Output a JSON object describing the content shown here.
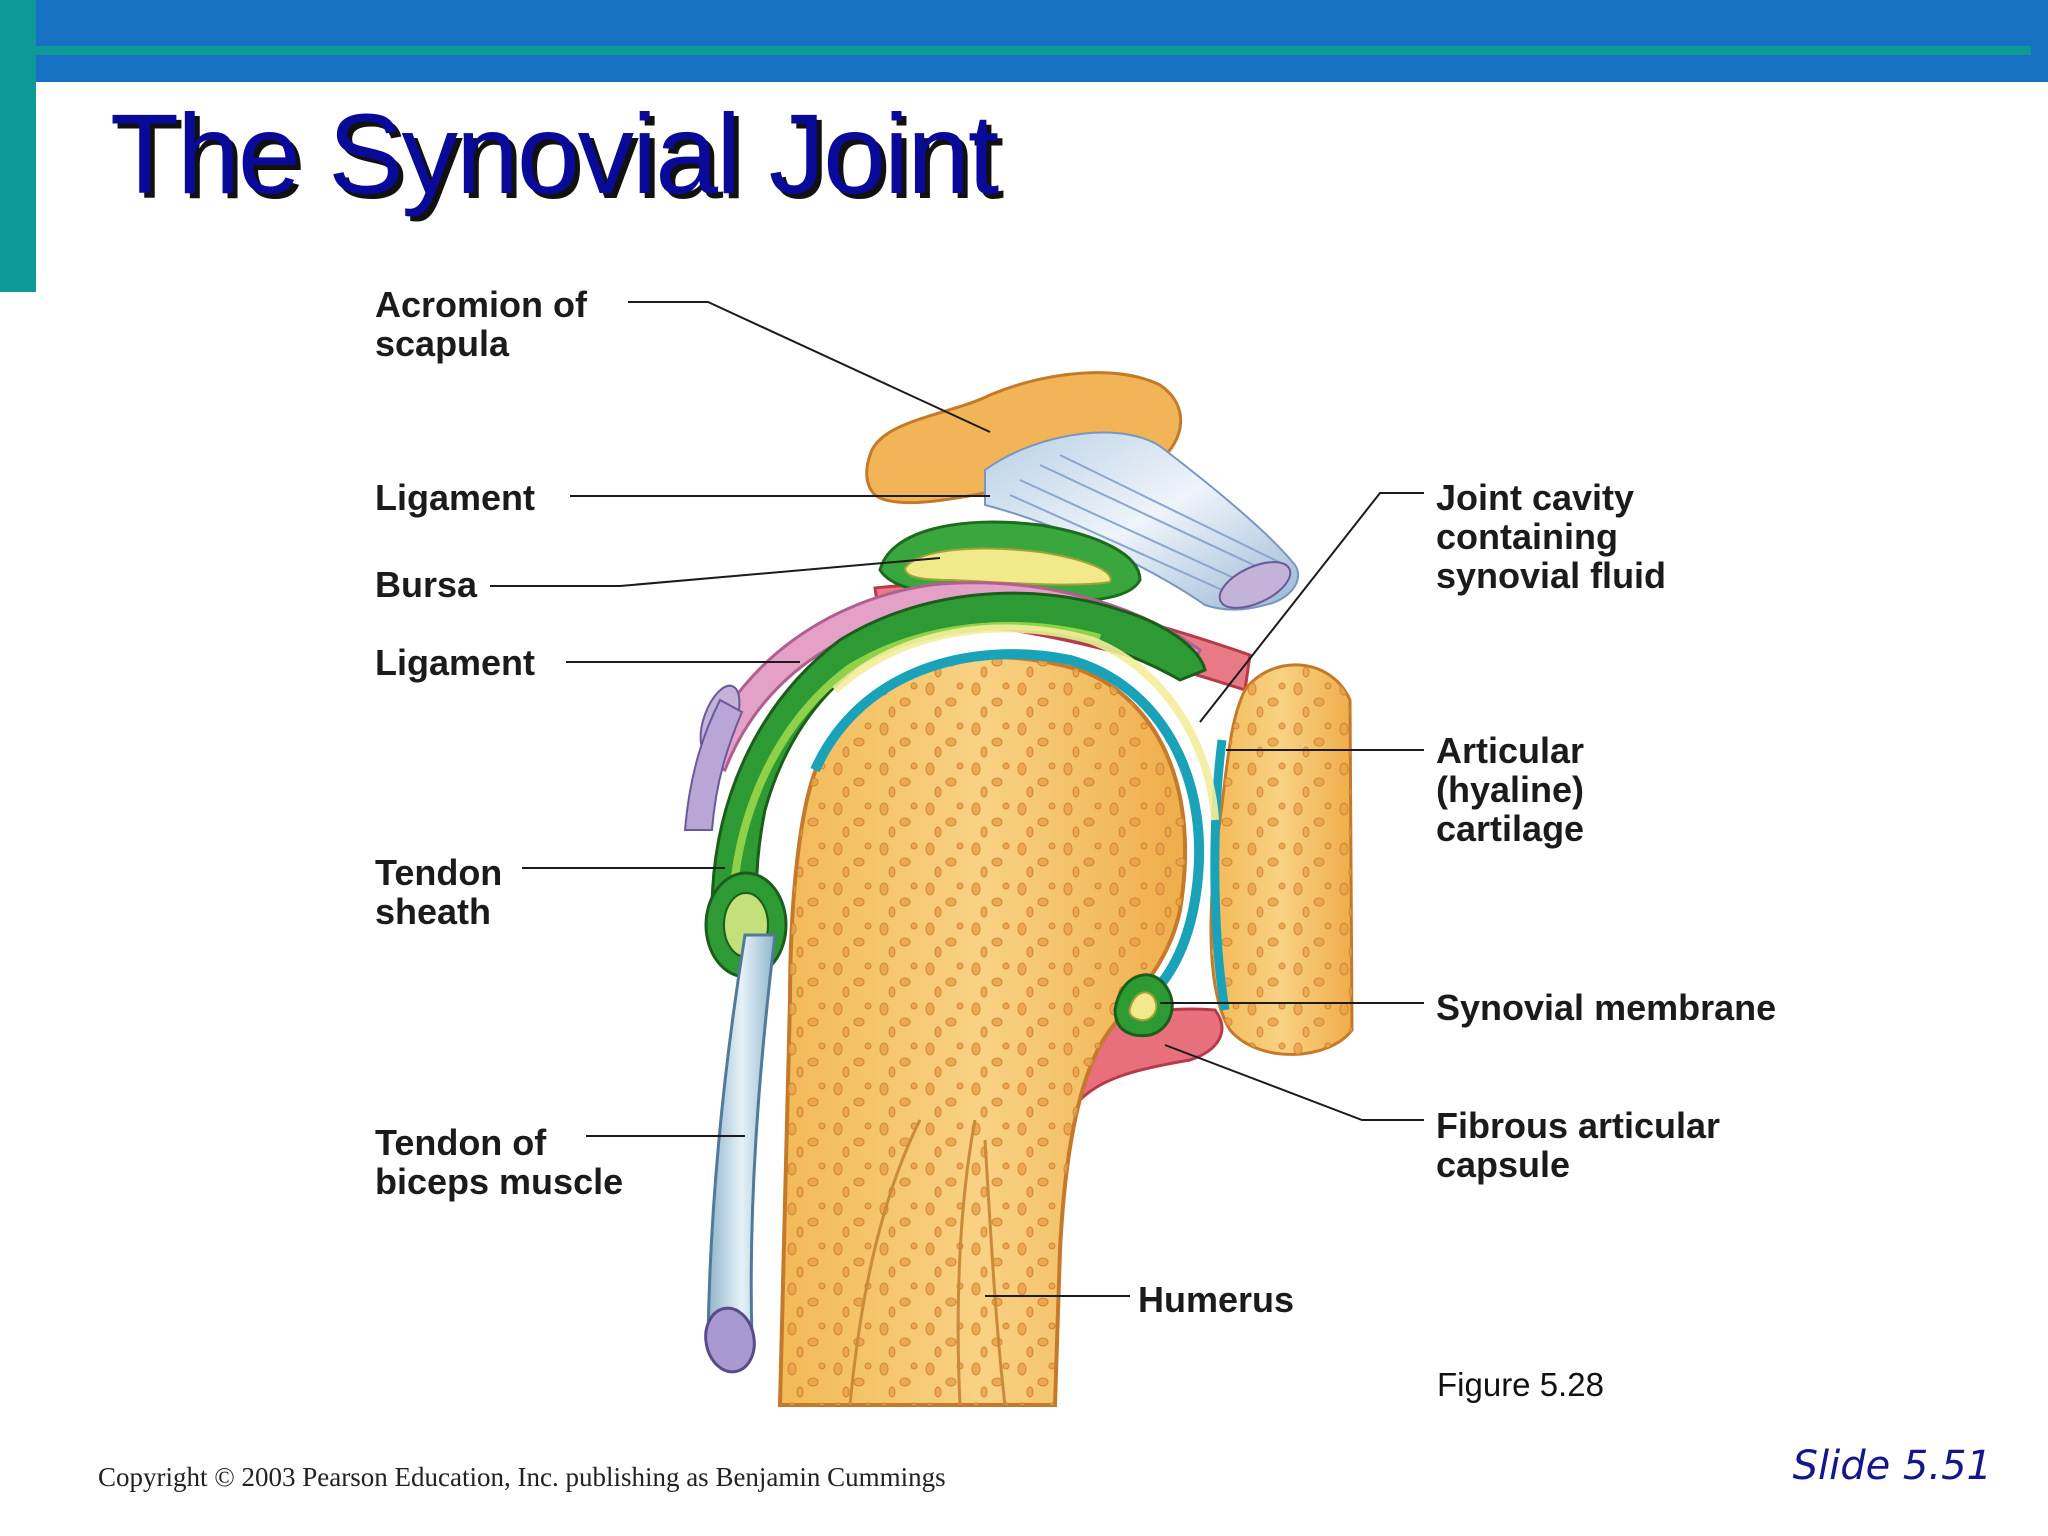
{
  "slide": {
    "title": "The Synovial Joint",
    "figure_caption": "Figure 5.28",
    "copyright": "Copyright © 2003 Pearson Education, Inc. publishing as Benjamin Cummings",
    "slide_number": "Slide 5.51",
    "colors": {
      "header_blue": "#1670c4",
      "header_teal": "#0d9a96",
      "title_blue": "#0a0a9a"
    }
  },
  "diagram": {
    "labels_left": [
      {
        "id": "acromion",
        "text": "Acromion of\nscapula"
      },
      {
        "id": "ligament_upper",
        "text": "Ligament"
      },
      {
        "id": "bursa",
        "text": "Bursa"
      },
      {
        "id": "ligament_lower",
        "text": "Ligament"
      },
      {
        "id": "tendon_sheath",
        "text": "Tendon\nsheath"
      },
      {
        "id": "biceps_tendon",
        "text": "Tendon of\nbiceps muscle"
      }
    ],
    "labels_right": [
      {
        "id": "joint_cavity",
        "text": "Joint cavity\ncontaining\nsynovial fluid"
      },
      {
        "id": "articular_cartilage",
        "text": "Articular\n(hyaline)\ncartilage"
      },
      {
        "id": "synovial_membrane",
        "text": "Synovial membrane"
      },
      {
        "id": "fibrous_capsule",
        "text": "Fibrous articular\ncapsule"
      }
    ],
    "label_bottom": {
      "id": "humerus",
      "text": "Humerus"
    }
  }
}
